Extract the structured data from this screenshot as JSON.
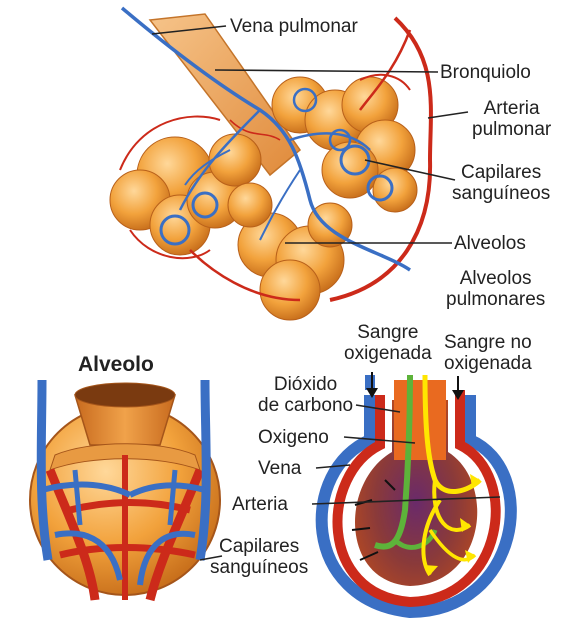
{
  "labels": {
    "vena_pulmonar": "Vena pulmonar",
    "bronquiolo": "Bronquiolo",
    "arteria_pulmonar": "Arteria\npulmonar",
    "capilares_top": "Capilares\nsanguíneos",
    "alveolos": "Alveolos",
    "alveolos_pulmonares": "Alveolos\npulmonares",
    "alveolo_title": "Alveolo",
    "sangre_oxigenada": "Sangre\noxigenada",
    "sangre_no_oxigenada": "Sangre no\noxigenada",
    "dioxido": "Dióxido\nde carbono",
    "oxigeno": "Oxigeno",
    "vena": "Vena",
    "arteria": "Arteria",
    "capilares_bottom": "Capilares\nsanguíneos"
  },
  "colors": {
    "vein_blue": "#3a6fc4",
    "artery_red": "#cc2a1a",
    "alveolus_orange": "#f2a23c",
    "oxygen_yellow": "#ffe600",
    "co2_green": "#5db33a"
  }
}
